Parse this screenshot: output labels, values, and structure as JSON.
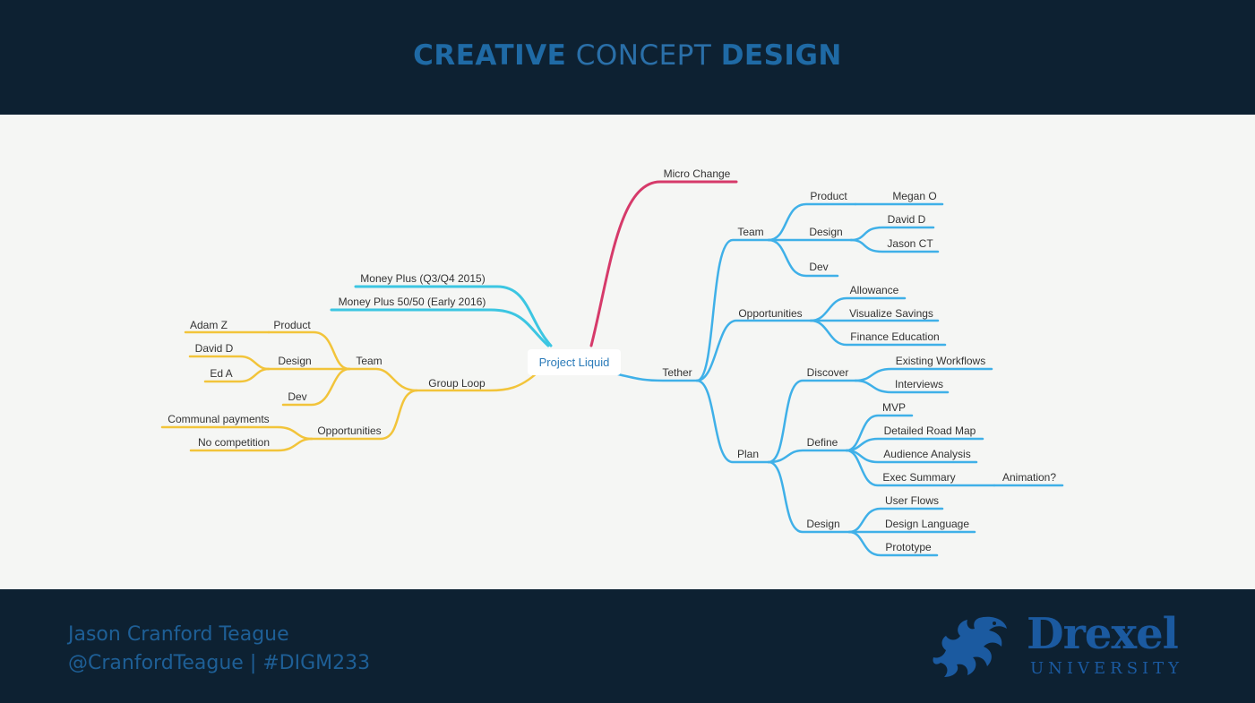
{
  "header": {
    "title_part1": "CREATIVE",
    "title_part2": "CONCEPT",
    "title_part3": "DESIGN"
  },
  "colors": {
    "background": "#0d2132",
    "accent": "#1f6aa5",
    "canvas": "#f5f6f4",
    "branch_micro": "#d63a6a",
    "branch_tether": "#3fb0e8",
    "branch_money": "#3cc6e2",
    "branch_group": "#f2c43a"
  },
  "mindmap": {
    "root": "Project Liquid",
    "micro_change": "Micro Change",
    "money_plus_q3q4": "Money Plus (Q3/Q4 2015)",
    "money_plus_5050": "Money Plus 50/50 (Early 2016)",
    "group_loop": {
      "label": "Group Loop",
      "team": {
        "label": "Team",
        "product": "Product",
        "adam": "Adam Z",
        "design": "Design",
        "david": "David D",
        "ed": "Ed A",
        "dev": "Dev"
      },
      "opportunities": {
        "label": "Opportunities",
        "communal": "Communal payments",
        "no_competition": "No competition"
      }
    },
    "tether": {
      "label": "Tether",
      "team": {
        "label": "Team",
        "product": "Product",
        "megan": "Megan O",
        "design": "Design",
        "david": "David D",
        "jason": "Jason CT",
        "dev": "Dev"
      },
      "opportunities": {
        "label": "Opportunities",
        "allowance": "Allowance",
        "visualize": "Visualize Savings",
        "finance": "Finance Education"
      },
      "plan": {
        "label": "Plan",
        "discover": "Discover",
        "existing": "Existing Workflows",
        "interviews": "Interviews",
        "define": "Define",
        "mvp": "MVP",
        "roadmap": "Detailed Road Map",
        "audience": "Audience Analysis",
        "exec": "Exec Summary",
        "animation": "Animation?",
        "design": "Design",
        "userflows": "User Flows",
        "language": "Design Language",
        "prototype": "Prototype"
      }
    }
  },
  "footer": {
    "author": "Jason Cranford Teague",
    "handle_line": "@CranfordTeague | #DIGM233",
    "logo_name": "Drexel",
    "logo_sub": "UNIVERSITY"
  }
}
